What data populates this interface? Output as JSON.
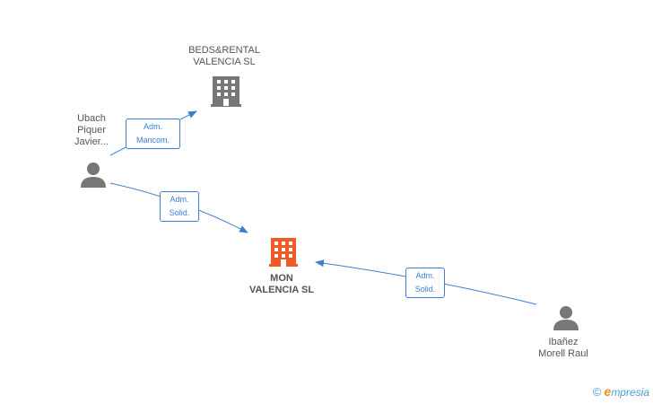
{
  "nodes": {
    "beds_rental": {
      "name_lines": [
        "BEDS&RENTAL",
        "VALENCIA  SL"
      ],
      "kind": "company",
      "color": "#777777"
    },
    "mon_valencia": {
      "name_lines": [
        "MON",
        "VALENCIA SL"
      ],
      "kind": "company",
      "color": "#f05a28"
    },
    "ubach": {
      "name_lines": [
        "Ubach",
        "Piquer",
        "Javier..."
      ],
      "kind": "person",
      "color": "#777777"
    },
    "ibanez": {
      "name_lines": [
        "Ibañez",
        "Morell Raul"
      ],
      "kind": "person",
      "color": "#777777"
    }
  },
  "edges": [
    {
      "from": "ubach",
      "to": "beds_rental",
      "label_lines": [
        "Adm.",
        "Mancom."
      ]
    },
    {
      "from": "ubach",
      "to": "mon_valencia",
      "label_lines": [
        "Adm.",
        "Solid."
      ]
    },
    {
      "from": "ibanez",
      "to": "mon_valencia",
      "label_lines": [
        "Adm.",
        "Solid."
      ]
    }
  ],
  "colors": {
    "edge": "#3a7fd5",
    "edge_label_text": "#3a7fd5",
    "node_text": "#555555"
  },
  "brand": {
    "copyright": "©",
    "first_letter": "e",
    "rest": "mpresia"
  }
}
